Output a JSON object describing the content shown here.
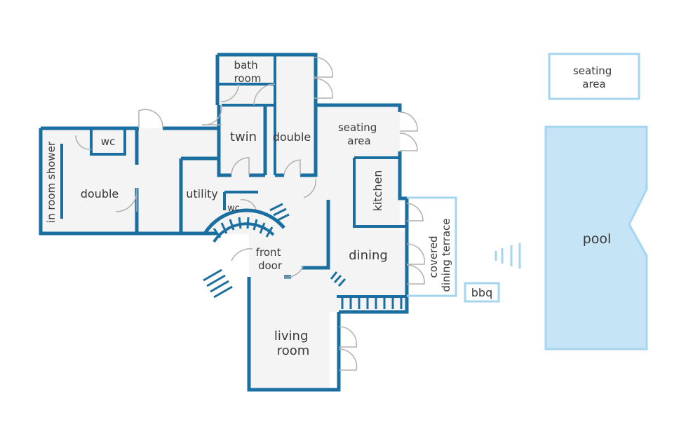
{
  "rooms": {
    "bath_room": [
      "bath",
      "room"
    ],
    "twin": "twin",
    "double_upper": "double",
    "seating_area_house": [
      "seating",
      "area"
    ],
    "wc_left": "wc",
    "in_room_shower": "in room shower",
    "double_left": "double",
    "utility": "utility",
    "wc_center": "wc",
    "kitchen": "kitchen",
    "front_door": [
      "front",
      "door"
    ],
    "dining": "dining",
    "covered_dining_terrace": [
      "covered",
      "dining terrace"
    ],
    "living_room": [
      "living",
      "room"
    ]
  },
  "outdoor": {
    "seating_area": [
      "seating",
      "area"
    ],
    "pool": "pool",
    "bbq": "bbq"
  },
  "colors": {
    "wall": "#1a6fa0",
    "floor": "#f4f4f4",
    "pool_fill": "#c5e4f6",
    "pool_outline": "#a6d6ef",
    "door": "#b0b0b0"
  }
}
